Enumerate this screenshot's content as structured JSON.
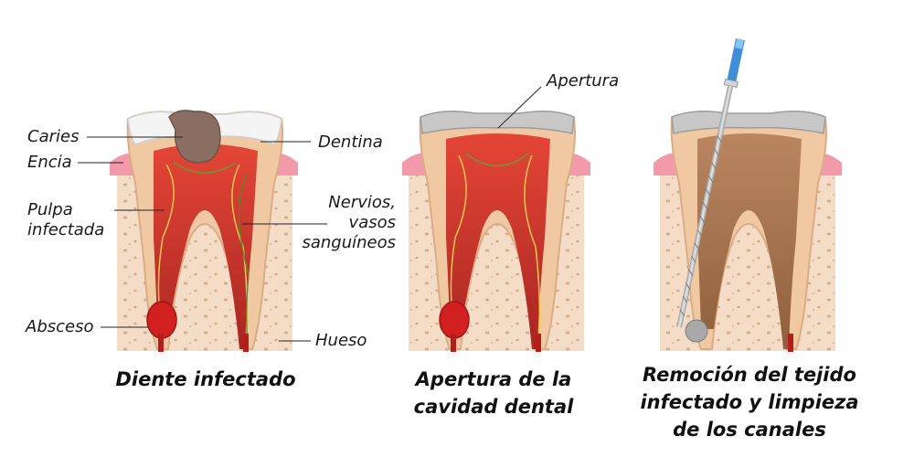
{
  "labels": {
    "caries": "Caries",
    "encia": "Encia",
    "pulpa": "Pulpa\ninfectada",
    "absceso": "Absceso",
    "dentina": "Dentina",
    "nervios": "Nervios,\nvasos\nsanguíneos",
    "hueso": "Hueso",
    "apertura": "Apertura"
  },
  "captions": {
    "panel1": "Diente infectado",
    "panel2": "Apertura de la\ncavidad dental",
    "panel3": "Remoción del tejido\ninfectado y limpieza\nde los canales"
  },
  "colors": {
    "bone": "#f2d6bf",
    "enamel": "#f2f2f2",
    "dentin": "#f0c9a3",
    "pulp_infected": "#d42a2a",
    "pulp_clean": "#a9764f",
    "gum": "#f29aaa",
    "filling": "#c8c8c8",
    "instrument_handle": "#3f8ed8"
  }
}
